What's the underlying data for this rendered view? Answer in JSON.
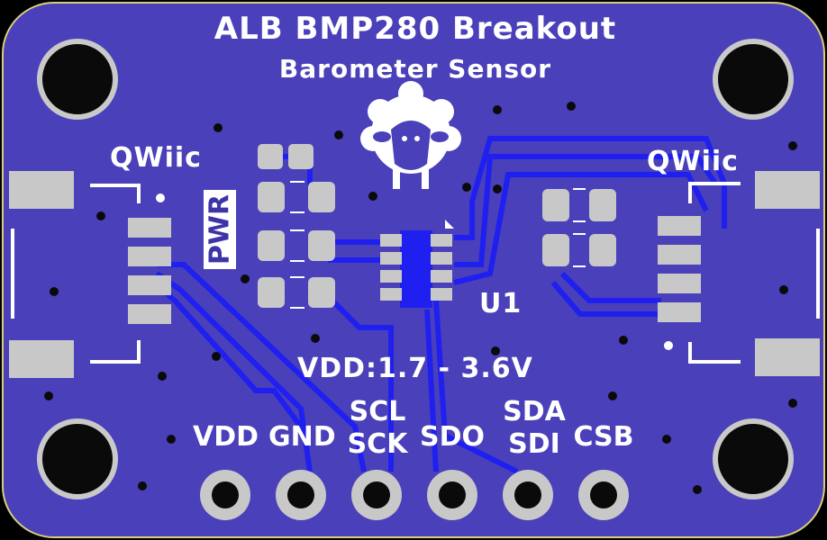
{
  "board": {
    "title_line1": "ALB BMP280 Breakout",
    "title_line2": "Barometer Sensor",
    "connector_left_label": "QWiic",
    "connector_right_label": "QWiic",
    "ic_label": "U1",
    "power_label": "PWR",
    "voltage_range": "VDD:1.7 - 3.6V",
    "pins": [
      {
        "line1": "VDD",
        "line2": ""
      },
      {
        "line1": "GND",
        "line2": ""
      },
      {
        "line1": "SCL",
        "line2": "SCK"
      },
      {
        "line1": "SDO",
        "line2": ""
      },
      {
        "line1": "SDA",
        "line2": "SDI"
      },
      {
        "line1": "CSB",
        "line2": ""
      }
    ]
  },
  "colors": {
    "pcb": "#4a40b9",
    "trace": "#1f1ff0",
    "silkscreen": "#ffffff",
    "pad": "#c8c8c8",
    "edge": "#d9cf7a"
  },
  "icons": [
    "mounting-hole-icon",
    "sheep-logo-icon",
    "pin-1-marker-icon"
  ]
}
